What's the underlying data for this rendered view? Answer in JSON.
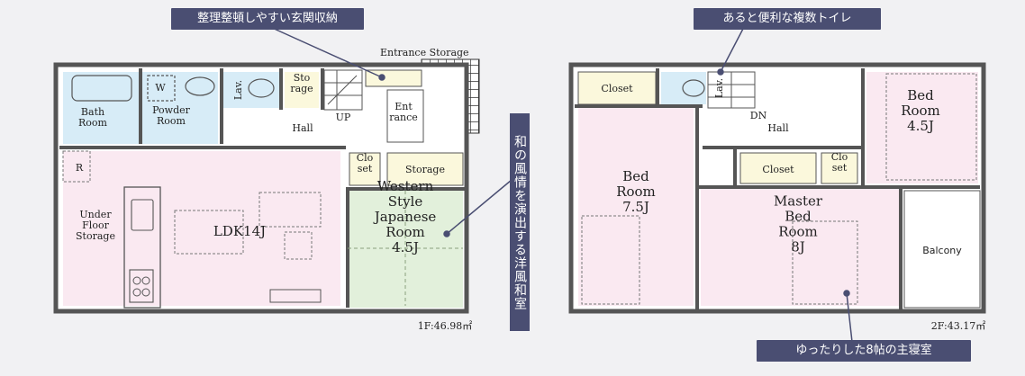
{
  "callouts": {
    "entrance_storage": "整理整頓しやすい玄関収納",
    "toilet": "あると便利な複数トイレ",
    "japanese_room": "和の風情を演出する洋風和室",
    "master_bedroom": "ゆったりした8帖の主寝室"
  },
  "floor1": {
    "area_label": "1F:46.98㎡",
    "rooms": {
      "bath": "Bath|Room",
      "powder": "Powder|Room",
      "washer": "W",
      "lav": "Lav.",
      "storage_small": "Sto|rage",
      "entrance_storage": "Entrance Storage",
      "up": "UP",
      "hall": "Hall",
      "entrance": "Ent|rance",
      "roof_mark": "R",
      "closet": "Clo|set",
      "storage": "Storage",
      "ldk": "LDK14J",
      "under_floor": "Under|Floor|Storage",
      "japanese": "Western|Style|Japanese|Room|4.5J"
    }
  },
  "floor2": {
    "area_label": "2F:43.17㎡",
    "rooms": {
      "closet_top": "Closet",
      "lav": "Lav.",
      "dn": "DN",
      "hall": "Hall",
      "bed_small": "Bed|Room|4.5J",
      "closet_mid": "Closet",
      "closet_small": "Clo|set",
      "bed_left": "Bed|Room|7.5J",
      "master": "Master|Bed|Room|8J",
      "balcony": "Balcony"
    }
  },
  "colors": {
    "wall": "#555555",
    "pink_room": "#fae9f1",
    "blue_room": "#d7ecf7",
    "green_room": "#e2f0db",
    "yellow_room": "#fbf8dc",
    "callout": "#4a4e72"
  }
}
